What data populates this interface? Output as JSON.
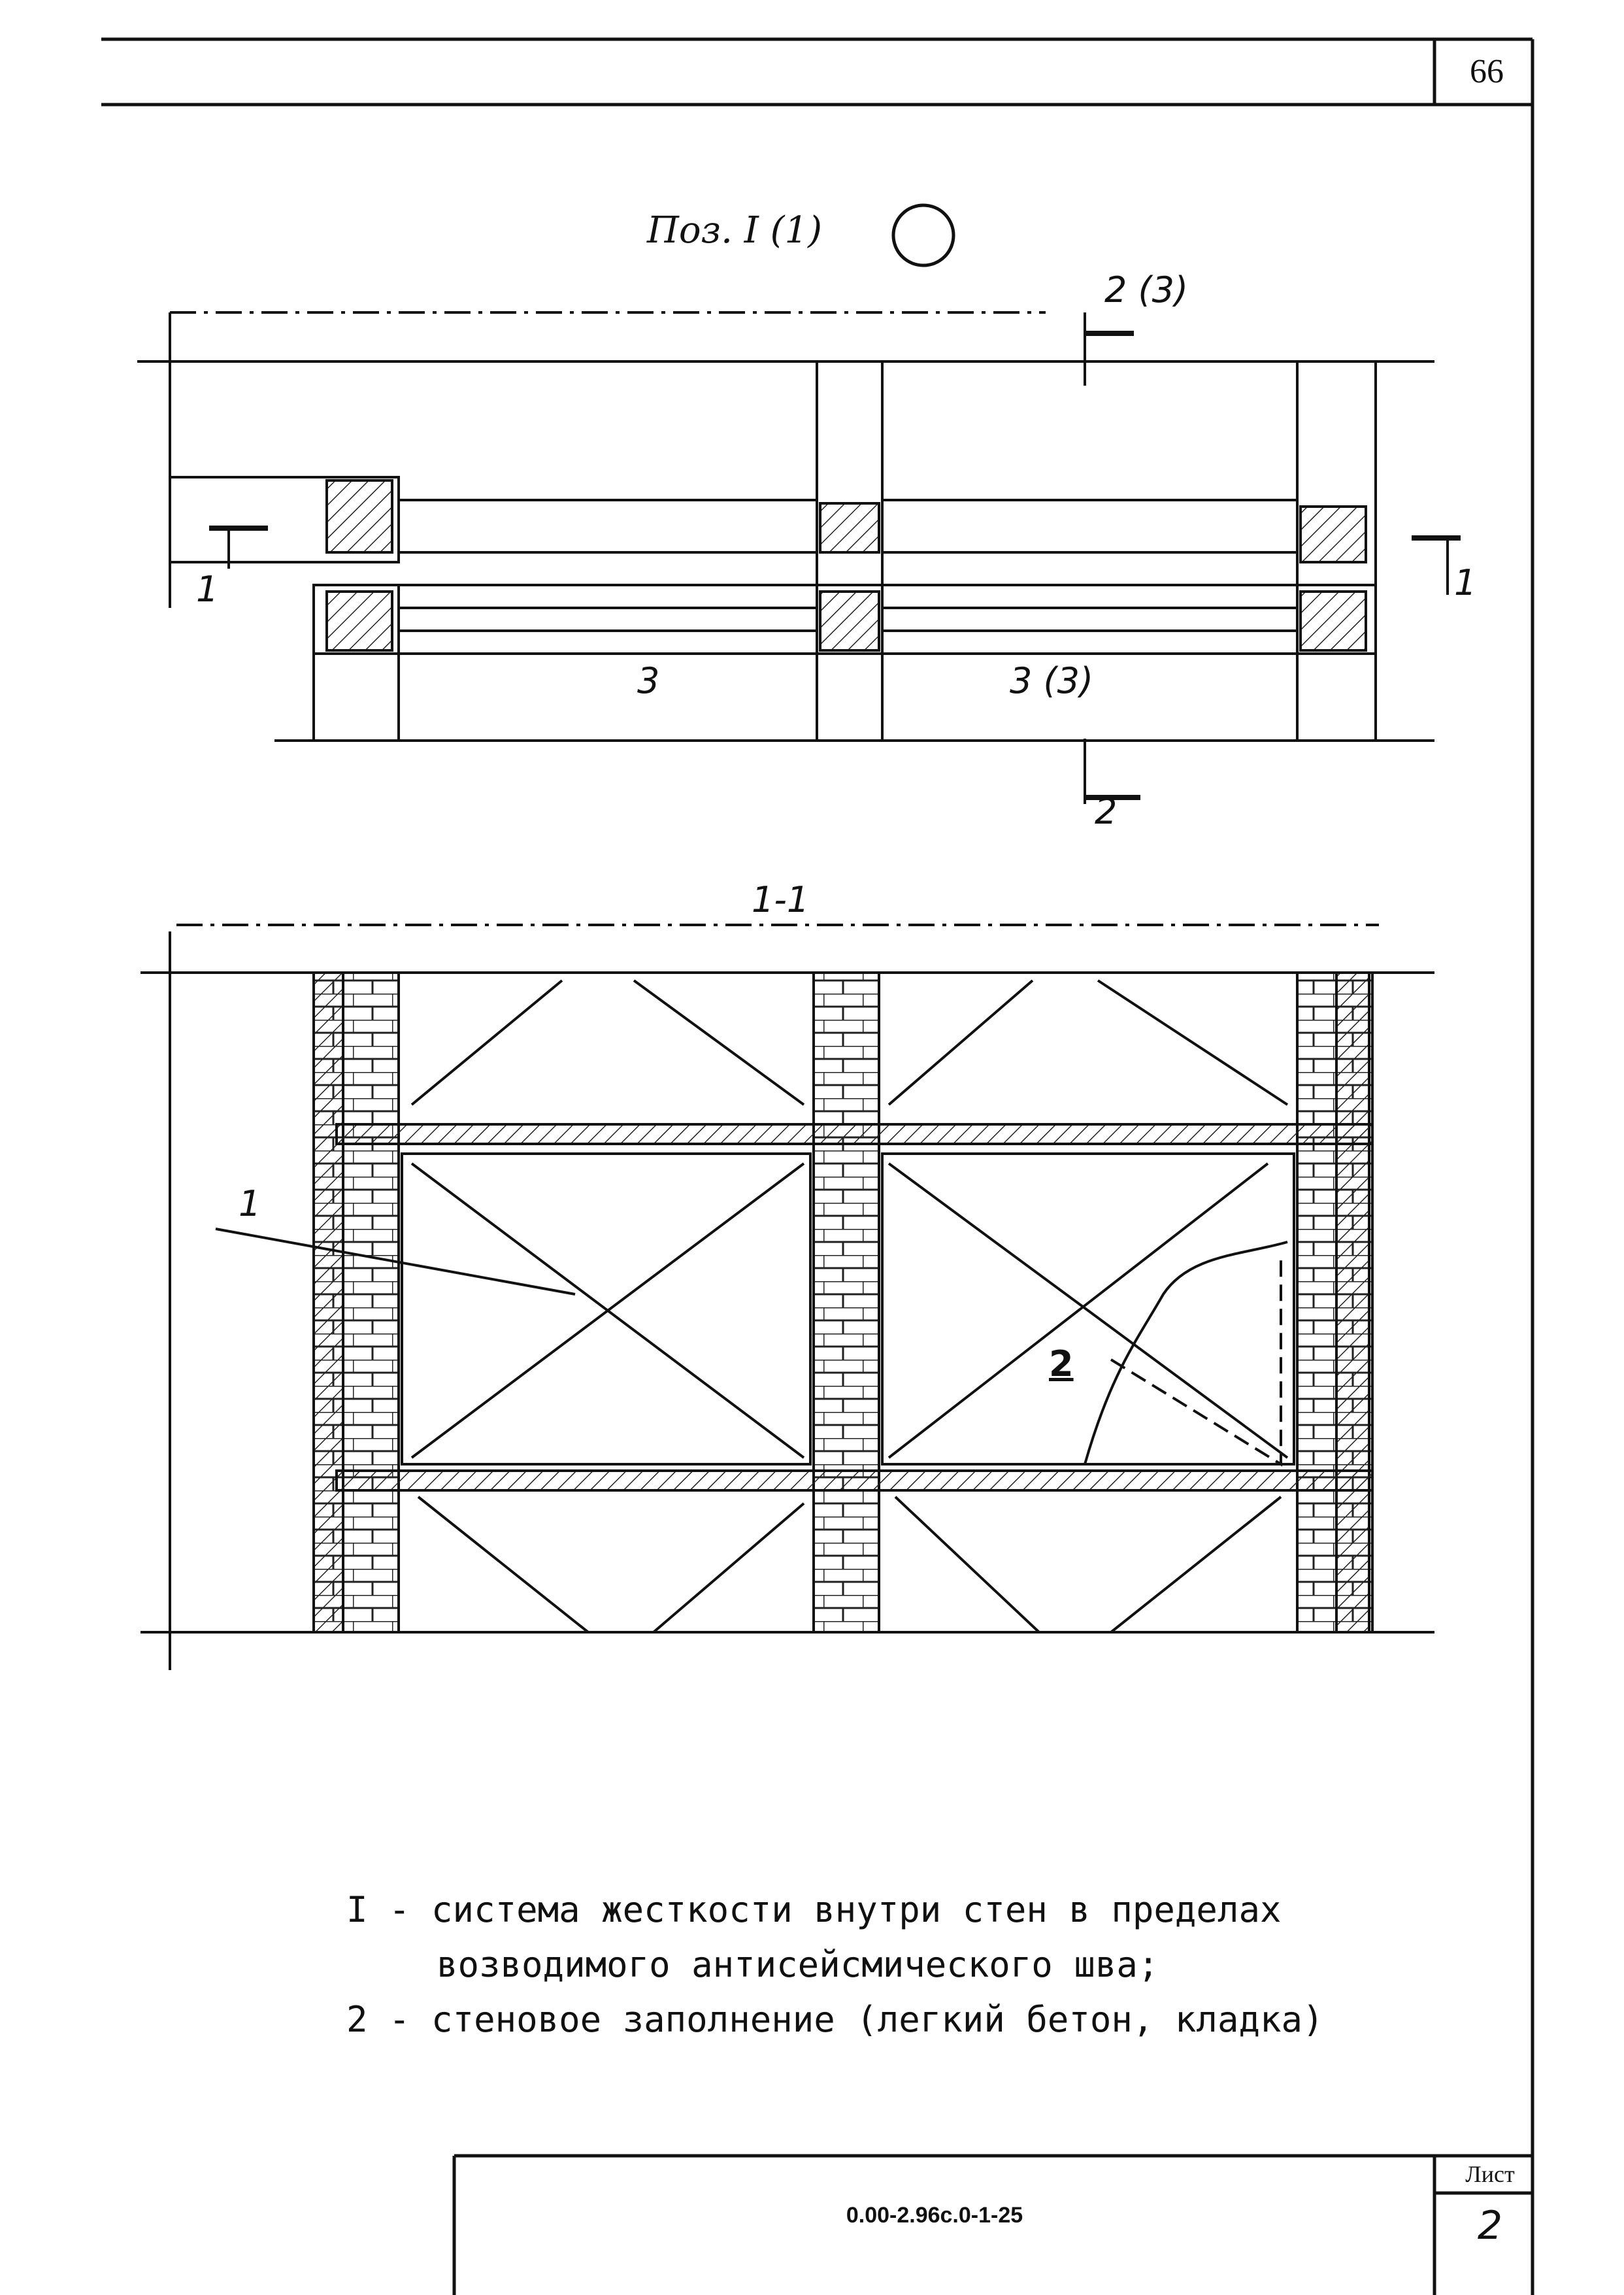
{
  "page_number": "66",
  "drawing": {
    "position_title": "Поз. I (1)",
    "section_title": "1-1",
    "plan_labels": {
      "cut_top": "2 (3)",
      "cut_bottom": "2",
      "cut_left": "1",
      "cut_right": "1",
      "item_3": "3",
      "item_3_3": "3 (3)"
    },
    "section_labels": {
      "item_1": "1",
      "item_2": "2"
    }
  },
  "legend": {
    "line1": "I - система жесткости внутри стен в пределах",
    "line1_cont": "возводимого антисейсмического шва;",
    "line2": "2 - стеновое заполнение (легкий бетон, кладка)"
  },
  "stamp": {
    "code": "0.00-2.96с.0-1-25",
    "sheet_label": "Лист",
    "sheet_number": "2"
  }
}
